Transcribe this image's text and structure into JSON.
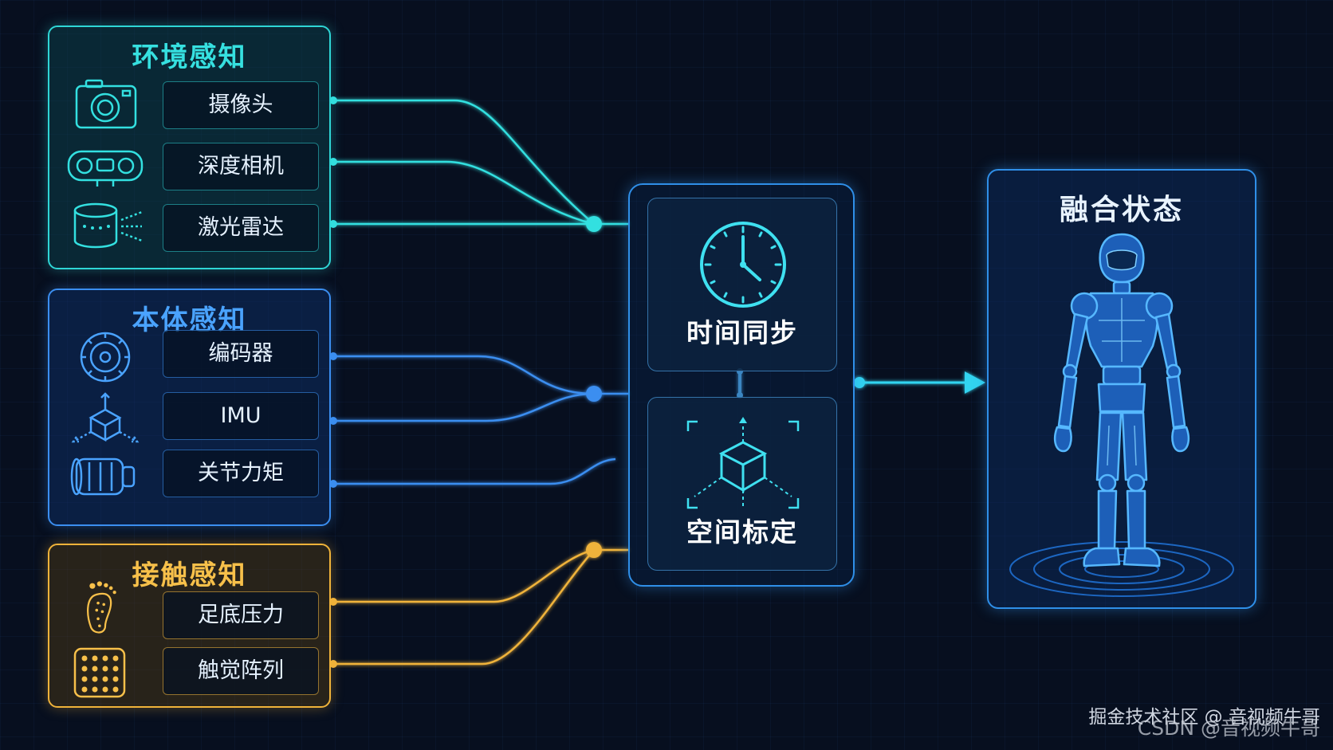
{
  "colors": {
    "background": "#070f1f",
    "environment": "#2fd6d6",
    "proprioception": "#3b8ef0",
    "contact": "#f0b33a",
    "fusion": "#2f8fe8"
  },
  "groups": {
    "environment": {
      "title": "环境感知",
      "sensors": [
        {
          "label": "摄像头",
          "icon": "camera-icon"
        },
        {
          "label": "深度相机",
          "icon": "depth-camera-icon"
        },
        {
          "label": "激光雷达",
          "icon": "lidar-icon"
        }
      ]
    },
    "proprioception": {
      "title": "本体感知",
      "sensors": [
        {
          "label": "编码器",
          "icon": "encoder-icon"
        },
        {
          "label": "IMU",
          "icon": "imu-icon"
        },
        {
          "label": "关节力矩",
          "icon": "joint-torque-icon"
        }
      ]
    },
    "contact": {
      "title": "接触感知",
      "sensors": [
        {
          "label": "足底压力",
          "icon": "foot-pressure-icon"
        },
        {
          "label": "触觉阵列",
          "icon": "tactile-array-icon"
        }
      ]
    }
  },
  "fusion": {
    "time_sync": {
      "label": "时间同步",
      "icon": "clock-icon"
    },
    "spatial_calibration": {
      "label": "空间标定",
      "icon": "cube-icon"
    }
  },
  "output": {
    "title": "融合状态",
    "icon": "humanoid-robot-icon"
  },
  "watermark": {
    "line1": "掘金技术社区 @ 音视频牛哥",
    "line2": "CSDN @音视频牛哥"
  }
}
